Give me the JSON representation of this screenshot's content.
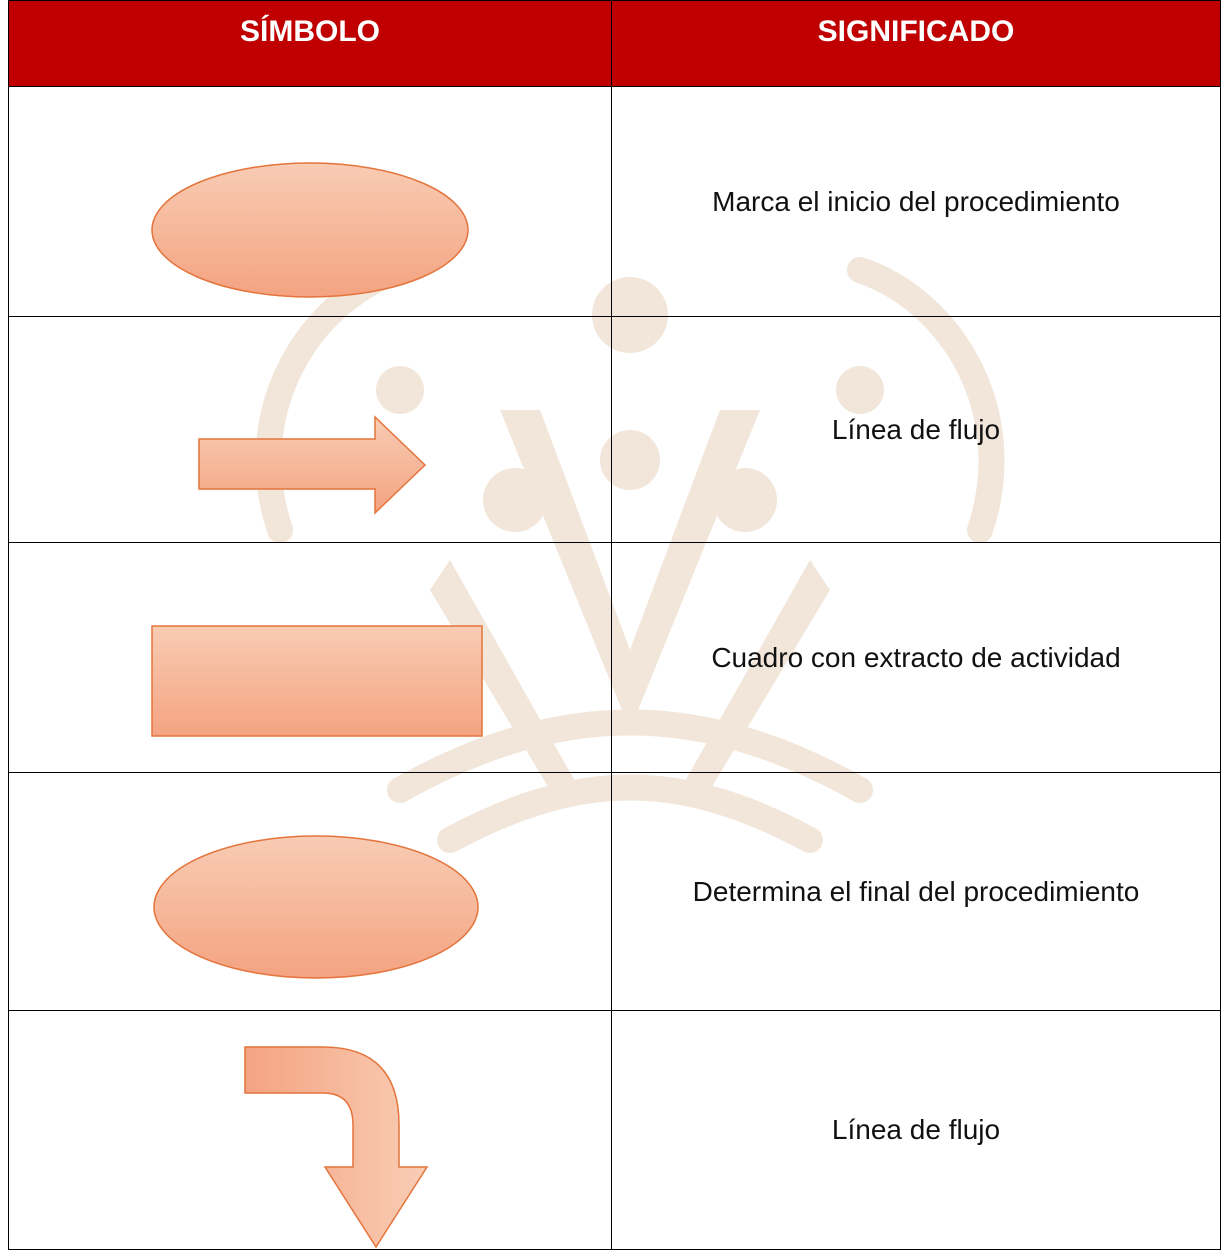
{
  "table": {
    "headers": {
      "symbol": "SÍMBOLO",
      "meaning": "SIGNIFICADO"
    },
    "rows": [
      {
        "symbol_icon": "ellipse-shape",
        "meaning": "Marca el inicio del procedimiento"
      },
      {
        "symbol_icon": "right-arrow-shape",
        "meaning": "Línea de flujo"
      },
      {
        "symbol_icon": "rectangle-shape",
        "meaning": "Cuadro con extracto de actividad"
      },
      {
        "symbol_icon": "ellipse-shape",
        "meaning": "Determina el final del procedimiento"
      },
      {
        "symbol_icon": "bent-down-arrow-shape",
        "meaning": "Línea de flujo"
      }
    ]
  },
  "colors": {
    "header_background": "#c00000",
    "header_text": "#ffffff",
    "shape_fill_light": "#f7c4aa",
    "shape_fill_dark": "#f4a381",
    "shape_stroke": "#e4743b",
    "watermark": "#f0e4d6"
  }
}
